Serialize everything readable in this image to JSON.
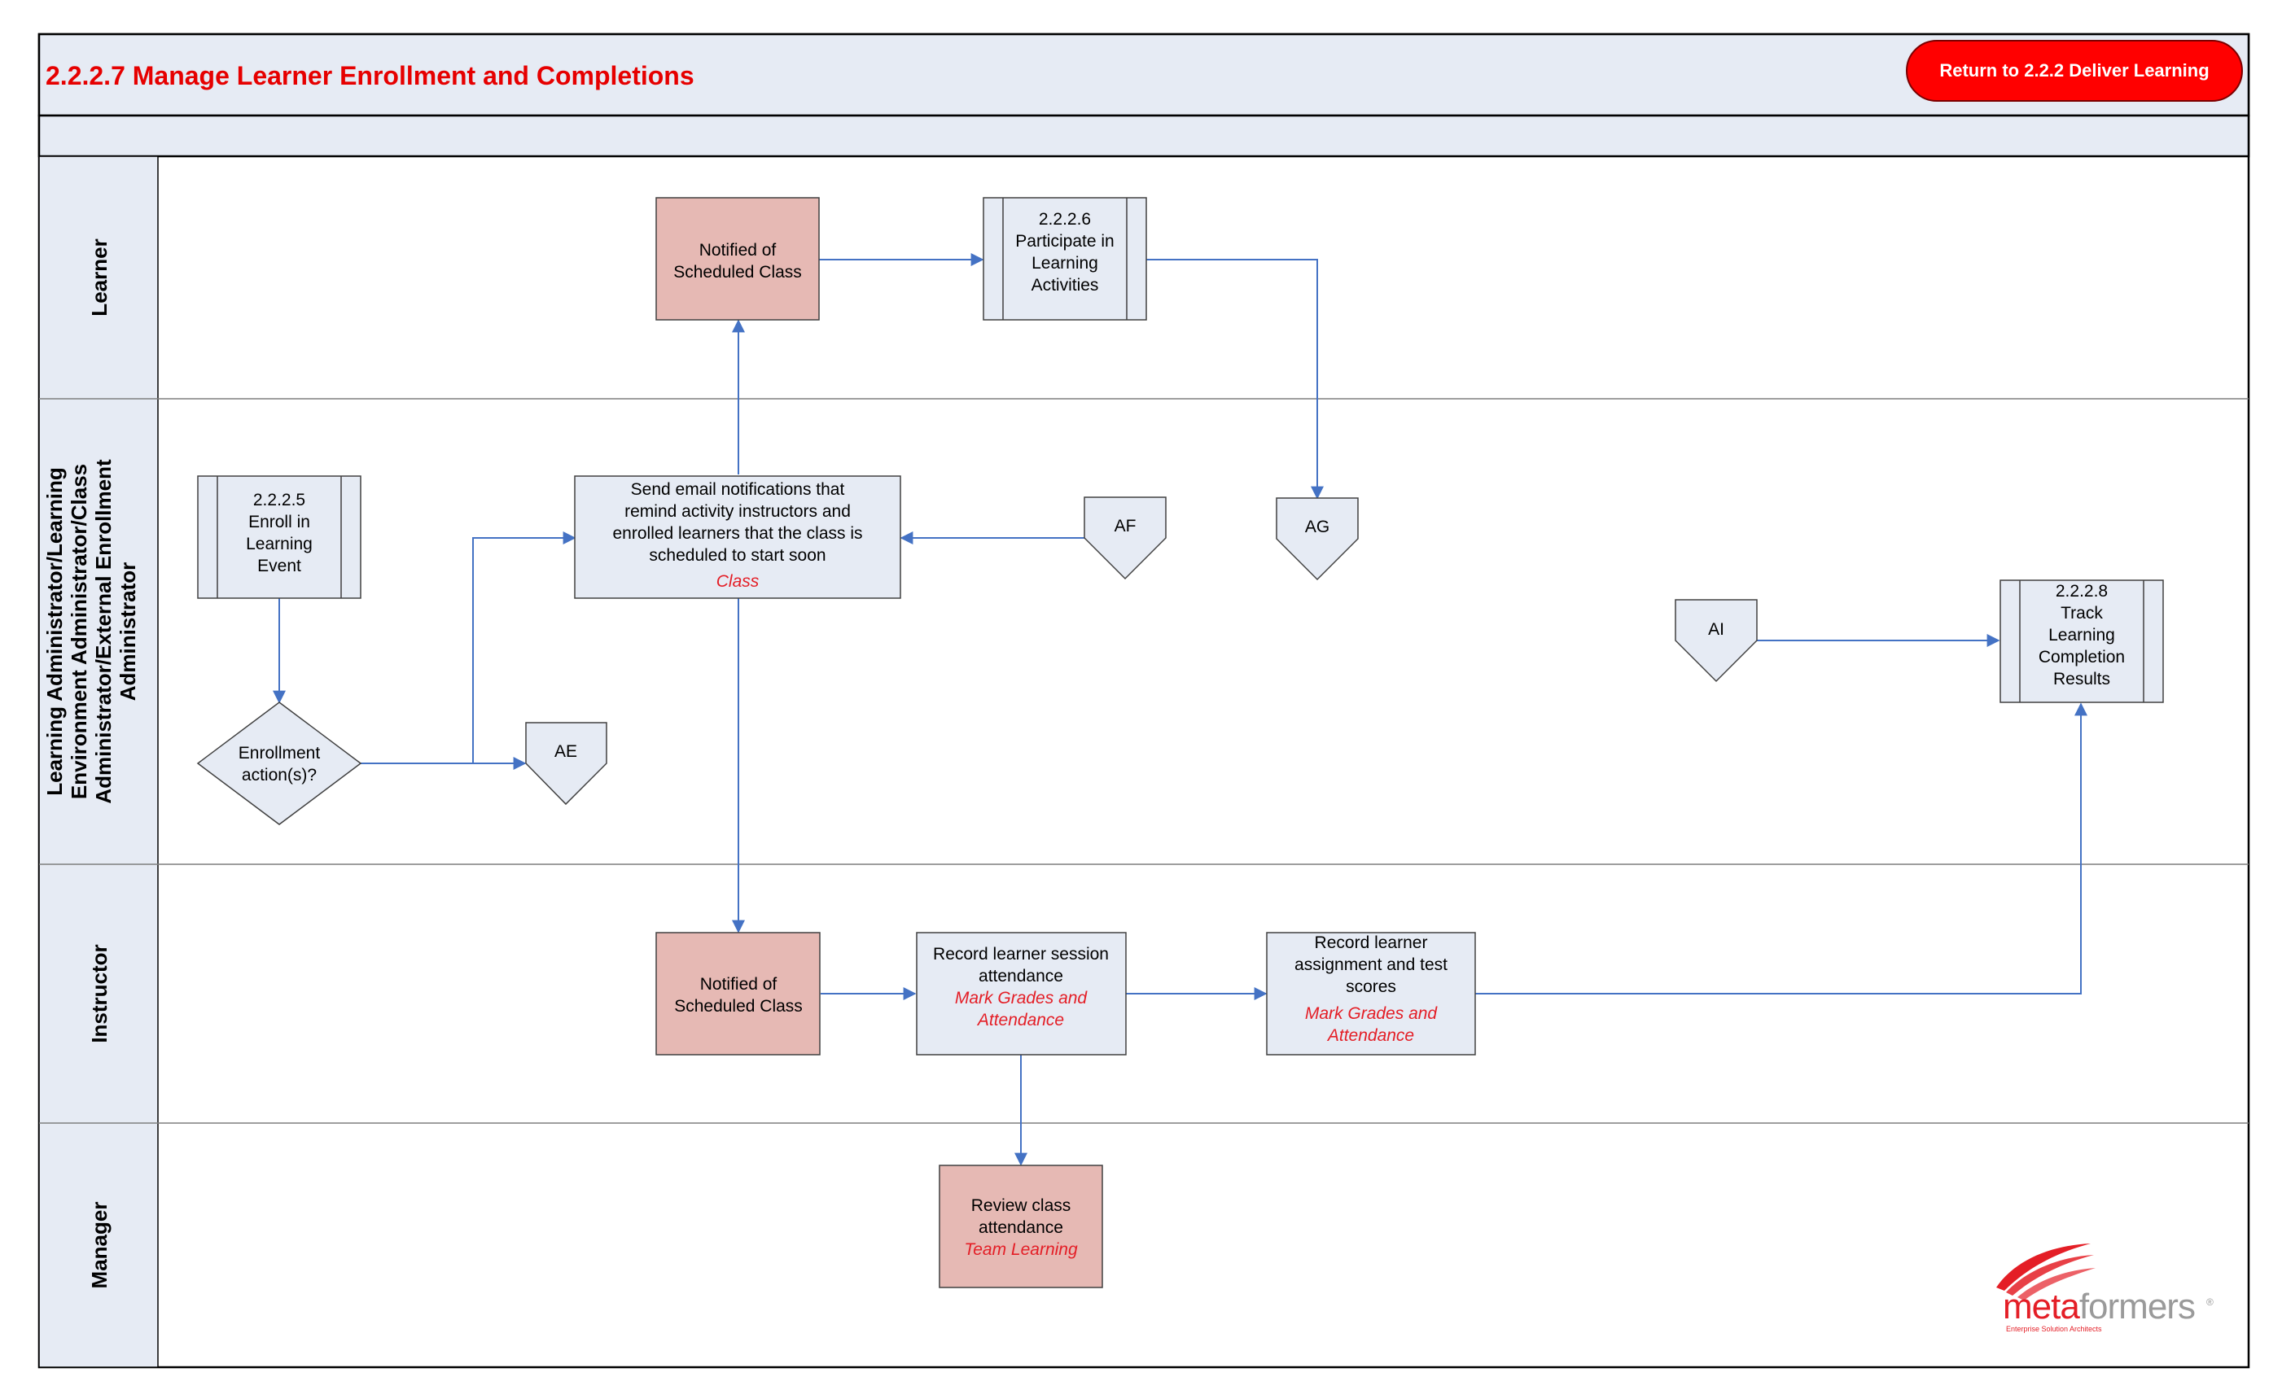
{
  "title": "2.2.2.7 Manage Learner Enrollment and Completions",
  "return_button": "Return to 2.2.2 Deliver Learning",
  "colors": {
    "accent_red": "#E41E26",
    "title_red": "#E60000",
    "lane_bg": "#E6EBF4",
    "task_pink": "#E6B9B4",
    "connector": "#4472C4",
    "border": "#000000"
  },
  "lanes": {
    "learner": "Learner",
    "admin": [
      "Learning Administrator/Learning",
      "Environment Administrator/Class",
      "Administrator/External Enrollment",
      "Administrator"
    ],
    "instructor": "Instructor",
    "manager": "Manager"
  },
  "nodes": {
    "notified_learner": [
      "Notified of",
      "Scheduled Class"
    ],
    "participate": [
      "2.2.2.6",
      "Participate in",
      "Learning",
      "Activities"
    ],
    "enroll": [
      "2.2.2.5",
      "Enroll in",
      "Learning",
      "Event"
    ],
    "send_email": {
      "lines": [
        "Send email notifications that",
        "remind activity instructors and",
        "enrolled learners that the class is",
        "scheduled to start soon"
      ],
      "link": "Class"
    },
    "decision": [
      "Enrollment",
      "action(s)?"
    ],
    "track": [
      "2.2.2.8",
      "Track",
      "Learning",
      "Completion",
      "Results"
    ],
    "notified_instructor": [
      "Notified of",
      "Scheduled Class"
    ],
    "record_attendance": {
      "lines": [
        "Record learner session",
        "attendance"
      ],
      "link": [
        "Mark Grades and",
        "Attendance"
      ]
    },
    "record_scores": {
      "lines": [
        "Record learner",
        "assignment and test",
        "scores"
      ],
      "link": [
        "Mark Grades and",
        "Attendance"
      ]
    },
    "review_attendance": {
      "lines": [
        "Review class",
        "attendance"
      ],
      "link": [
        "Team Learning"
      ]
    }
  },
  "connectors": {
    "af": "AF",
    "ag": "AG",
    "ae": "AE",
    "ai": "AI"
  },
  "logo": {
    "brand": "metaformers",
    "brand_part1": "meta",
    "brand_part2": "formers",
    "registered": "®",
    "tagline": "Enterprise Solution Architects"
  }
}
